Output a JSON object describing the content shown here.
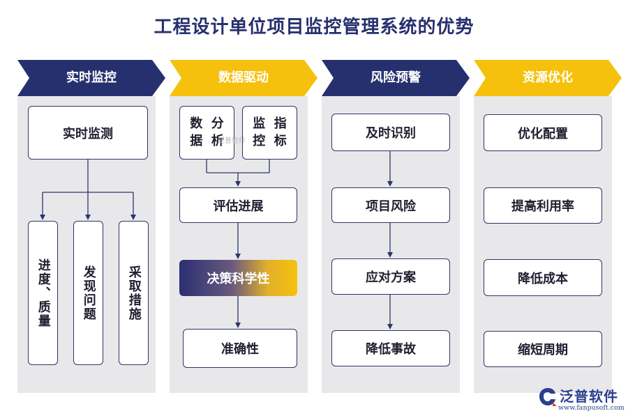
{
  "title": "工程设计单位项目监控管理系统的优势",
  "columns": [
    {
      "header": "实时监控",
      "root": "实时监测",
      "children": [
        "进度、质量",
        "发现问题",
        "采取措施"
      ]
    },
    {
      "header": "数据驱动",
      "top_left": "数据分析",
      "top_right": "监控指标",
      "steps": [
        "评估进展",
        "决策科学性",
        "准确性"
      ]
    },
    {
      "header": "风险预警",
      "steps": [
        "及时识别",
        "项目风险",
        "应对方案",
        "降低事故"
      ]
    },
    {
      "header": "资源优化",
      "items": [
        "优化配置",
        "提高利用率",
        "降低成本",
        "缩短周期"
      ]
    }
  ],
  "watermark": "泛普软件",
  "logo": {
    "brand": "泛普软件",
    "url": "www.fanpusoft.com"
  },
  "colors": {
    "navy": "#27306e",
    "gold": "#f6c10d",
    "panel": "#e8e8eb",
    "box_border": "#2d3566"
  }
}
